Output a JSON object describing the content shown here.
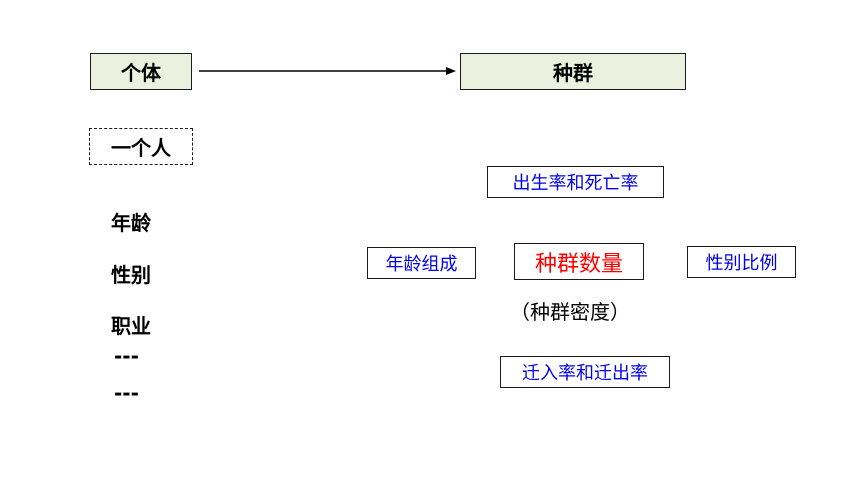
{
  "individual": {
    "label": "个体",
    "example": "一个人",
    "traits": [
      "年龄",
      "性别",
      "职业",
      "---",
      "---"
    ]
  },
  "population": {
    "label": "种群",
    "features": {
      "top": "出生率和死亡率",
      "left": "年龄组成",
      "center": "种群数量",
      "center_note": "（种群密度）",
      "right": "性别比例",
      "bottom": "迁入率和迁出率"
    }
  },
  "colors": {
    "box_fill": "#ebf1de",
    "feature_text": "#0000ee",
    "center_text": "#ff0000"
  }
}
